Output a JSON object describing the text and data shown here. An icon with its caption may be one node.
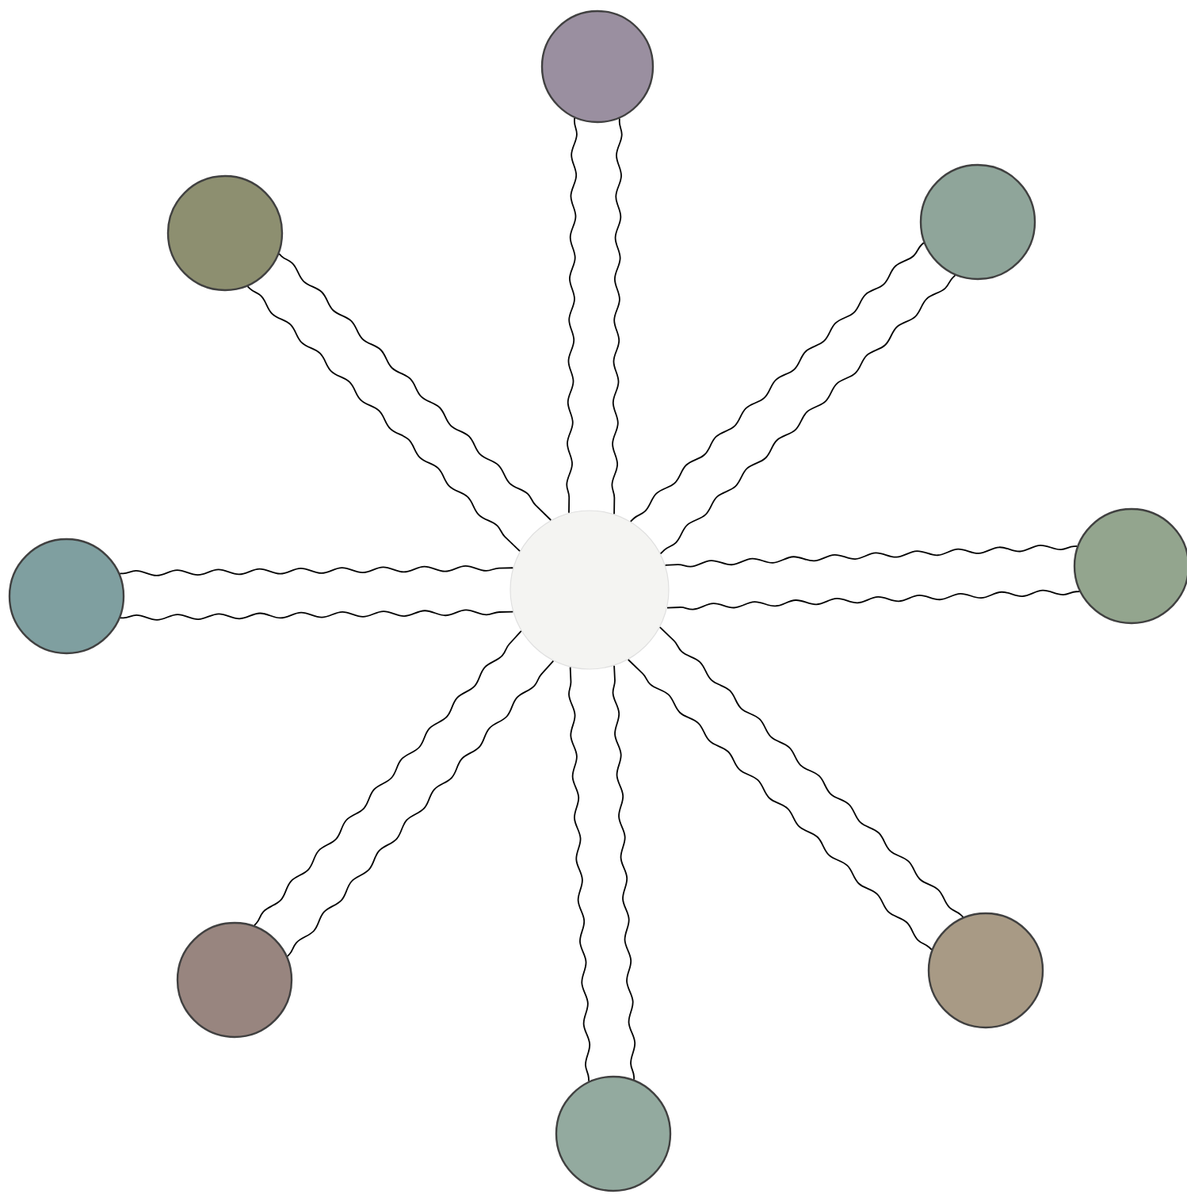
{
  "diagram": {
    "nodes": [
      {
        "text": [],
        "shape": "circle"
      },
      {
        "text": [],
        "shape": "circle"
      },
      {
        "text": [],
        "shape": "circle"
      },
      {
        "text": [],
        "shape": "circle"
      },
      {
        "text": [],
        "shape": "circle"
      },
      {
        "text": [],
        "shape": "circle"
      },
      {
        "text": [],
        "shape": "circle"
      },
      {
        "text": [],
        "shape": "circle"
      },
      {
        "text": [],
        "shape": "circle"
      }
    ],
    "edges": [
      {
        "from": 0,
        "to": 4,
        "arrow": "none"
      },
      {
        "from": 0,
        "to": 4,
        "arrow": "none"
      },
      {
        "from": 1,
        "to": 4,
        "arrow": "none"
      },
      {
        "from": 1,
        "to": 4,
        "arrow": "none"
      },
      {
        "from": 2,
        "to": 4,
        "arrow": "none"
      },
      {
        "from": 2,
        "to": 4,
        "arrow": "none"
      },
      {
        "from": 3,
        "to": 4,
        "arrow": "none"
      },
      {
        "from": 3,
        "to": 4,
        "arrow": "none"
      },
      {
        "from": 5,
        "to": 4,
        "arrow": "none"
      },
      {
        "from": 5,
        "to": 4,
        "arrow": "none"
      },
      {
        "from": 6,
        "to": 4,
        "arrow": "none"
      },
      {
        "from": 6,
        "to": 4,
        "arrow": "none"
      },
      {
        "from": 7,
        "to": 4,
        "arrow": "none"
      },
      {
        "from": 7,
        "to": 4,
        "arrow": "none"
      },
      {
        "from": 8,
        "to": 4,
        "arrow": "none"
      },
      {
        "from": 8,
        "to": 4,
        "arrow": "none"
      }
    ]
  }
}
